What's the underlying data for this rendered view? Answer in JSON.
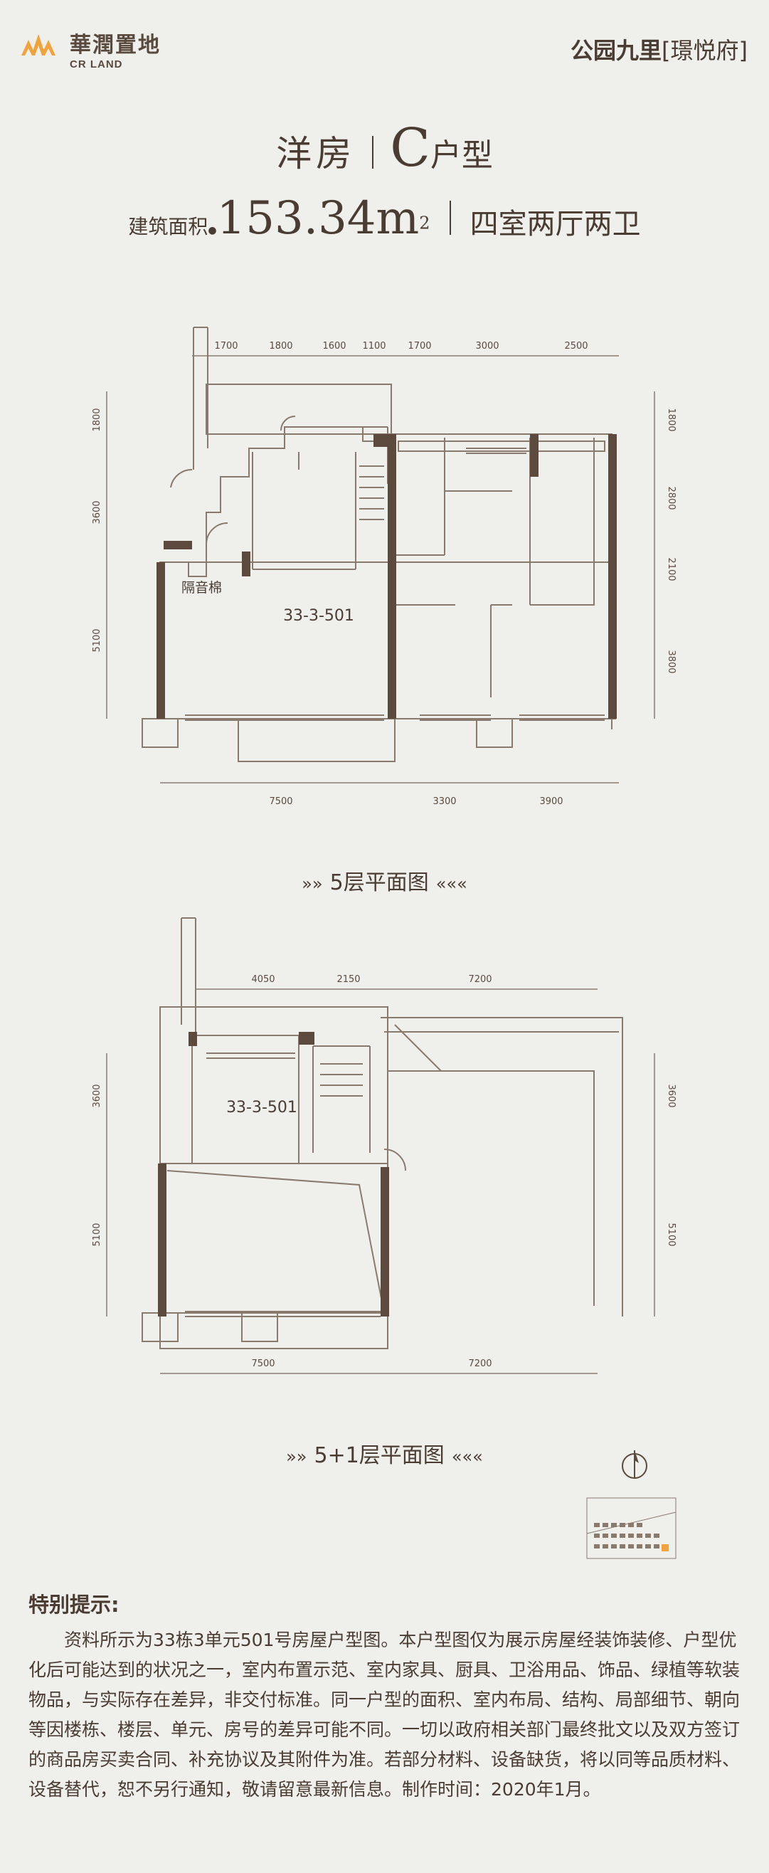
{
  "header": {
    "logo_cn": "華潤置地",
    "logo_en": "CR LAND",
    "project": "公园九里",
    "project_bracket": "[璟悦府]"
  },
  "title": {
    "type_name": "洋房",
    "unit_letter": "C",
    "unit_suffix": "户型",
    "area_label": "建筑面积",
    "area_value": "153.34",
    "area_unit": "m",
    "area_sup": "2",
    "layout": "四室两厅两卫"
  },
  "plan1": {
    "caption": "5层平面图",
    "unit_label": "33-3-501",
    "room_note": "隔音棉",
    "dims_top": [
      "1700",
      "1800",
      "1600",
      "1100",
      "1700",
      "3000",
      "2500"
    ],
    "dims_left": [
      "1800",
      "3600",
      "5100"
    ],
    "dims_right": [
      "1800",
      "2800",
      "2100",
      "3800"
    ],
    "dims_bottom": [
      "7500",
      "3300",
      "3900"
    ]
  },
  "plan2": {
    "caption": "5+1层平面图",
    "unit_label": "33-3-501",
    "dims_top": [
      "4050",
      "2150",
      "7200"
    ],
    "dims_left": [
      "3600",
      "5100"
    ],
    "dims_right": [
      "3600",
      "5100"
    ],
    "dims_bottom": [
      "7500",
      "7200"
    ]
  },
  "caption_arrows": {
    "left": "»»",
    "right": "«««"
  },
  "notice": {
    "title": "特别提示:",
    "body": "资料所示为33栋3单元501号房屋户型图。本户型图仅为展示房屋经装饰装修、户型优化后可能达到的状况之一，室内布置示范、室内家具、厨具、卫浴用品、饰品、绿植等软装物品，与实际存在差异，非交付标准。同一户型的面积、室内布局、结构、局部细节、朝向等因楼栋、楼层、单元、房号的差异可能不同。一切以政府相关部门最终批文以及双方签订的商品房买卖合同、补充协议及其附件为准。若部分材料、设备缺货，将以同等品质材料、设备替代，恕不另行通知，敬请留意最新信息。制作时间：2020年1月。"
  },
  "colors": {
    "wall": "#5b4a3d",
    "line": "#8a7a6e",
    "text": "#4a3c32",
    "logo_orange": "#f2a23a"
  }
}
